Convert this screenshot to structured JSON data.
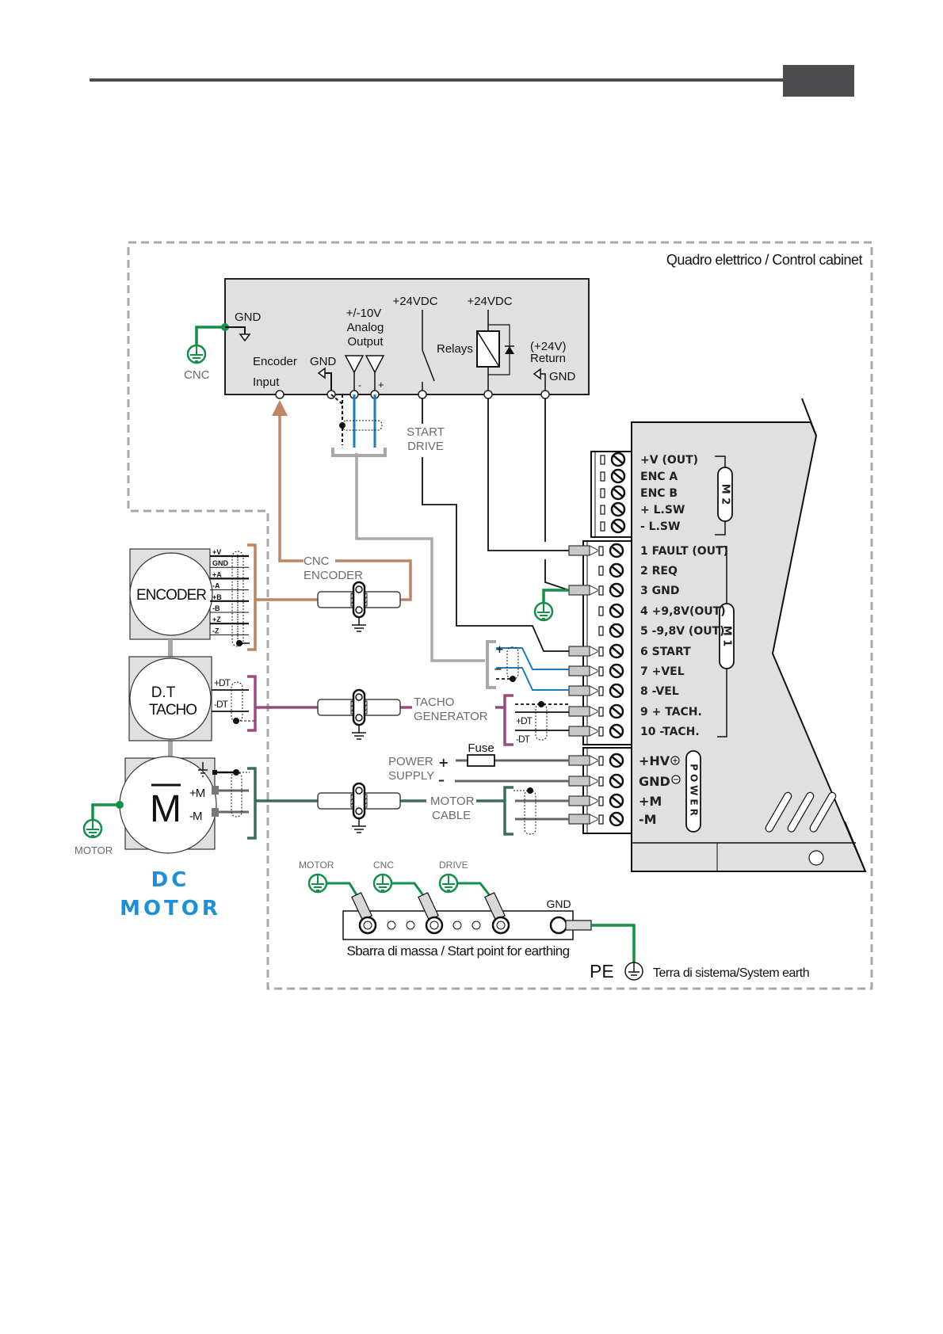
{
  "header": {
    "page_tab_color": "#4d4c4e"
  },
  "colors": {
    "ground_green": "#129048",
    "encoder_brown": "#bf8463",
    "tacho_purple": "#9a4a80",
    "motor_teal": "#3e6d5d",
    "signal_blue": "#1a7cc0",
    "cable_gray": "#a8a8a8",
    "panel_fill": "#e0e0e0",
    "dc_motor_blue": "#1c8fd6"
  },
  "cabinet": {
    "title": "Quadro elettrico / Control cabinet"
  },
  "cnc": {
    "gnd_label": "GND",
    "ground_label": "CNC",
    "encoder_input": [
      "Encoder",
      "Input"
    ],
    "gnd2_label": "GND",
    "analog_output": [
      "+/-10V",
      "Analog",
      "Output"
    ],
    "minus_label": "-",
    "plus_label": "+",
    "vdc1": "+24VDC",
    "vdc2": "+24VDC",
    "relays_label": "Relays",
    "return_label": [
      "(+24V)",
      "Return"
    ],
    "return_gnd": "GND"
  },
  "start_drive": [
    "START",
    "DRIVE"
  ],
  "drive": {
    "m2_label": "M 2",
    "m2_terminals": [
      "+V (OUT)",
      "ENC A",
      "ENC B",
      "+ L.SW",
      "- L.SW"
    ],
    "m1_label": "M 1",
    "m1_terminals": [
      "1 FAULT (OUT)",
      "2 REQ",
      "3 GND",
      "4 +9,8V(OUT)",
      "5 -9,8V (OUT)",
      "6 START",
      "7 +VEL",
      "8 -VEL",
      "9 + TACH.",
      "10 -TACH."
    ],
    "power_label": "POWER",
    "power_terminals": [
      "+HV",
      "GND",
      "+M",
      "-M"
    ],
    "vel_plus": "+",
    "vel_minus": "−"
  },
  "encoder": {
    "label": "ENCODER",
    "pins": [
      "+V",
      "GND",
      "+A",
      "-A",
      "+B",
      "-B",
      "+Z",
      "-Z"
    ],
    "cable_label": [
      "CNC",
      "ENCODER"
    ]
  },
  "tacho": {
    "label": [
      "D.T",
      "TACHO"
    ],
    "pins": [
      "+DT",
      "-DT"
    ],
    "cable_label": [
      "TACHO",
      "GENERATOR"
    ],
    "drive_pins": [
      "+DT",
      "-DT"
    ]
  },
  "motor": {
    "symbol": "M",
    "pins": [
      "+M",
      "-M"
    ],
    "ground_label": "MOTOR",
    "title": [
      "DC",
      "MOTOR"
    ],
    "cable_label": [
      "MOTOR",
      "CABLE"
    ]
  },
  "power_supply": {
    "label": [
      "POWER",
      "SUPPLY"
    ],
    "plus": "+",
    "minus": "–",
    "fuse": "Fuse"
  },
  "earthing": {
    "grounds": [
      "MOTOR",
      "CNC",
      "DRIVE"
    ],
    "gnd_label": "GND",
    "bar_label": "Sbarra di massa / Start point for earthing",
    "pe_label": "PE",
    "system_earth": "Terra di sistema/System earth"
  }
}
